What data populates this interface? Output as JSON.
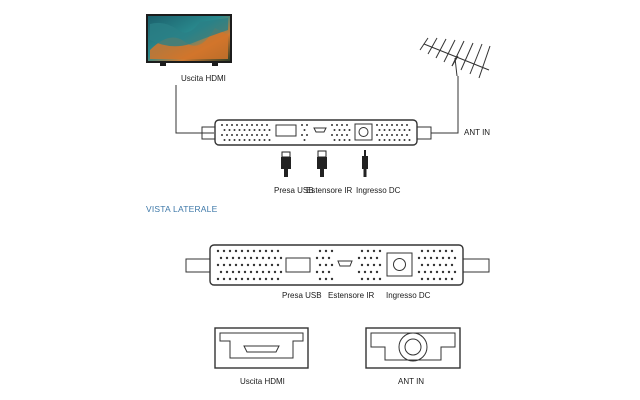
{
  "labels": {
    "hdmi_out": "Uscita HDMI",
    "ant_in": "ANT IN",
    "usb_port": "Presa USB",
    "ir_extender": "Estensore IR",
    "dc_input": "Ingresso DC",
    "side_view": "VISTA LATERALE"
  },
  "colors": {
    "line": "#333333",
    "side_view_title": "#3f79a9",
    "tv_frame": "#1c1c1c",
    "tv_screen_teal": "#2a7f86",
    "tv_screen_orange": "#d2742a"
  }
}
